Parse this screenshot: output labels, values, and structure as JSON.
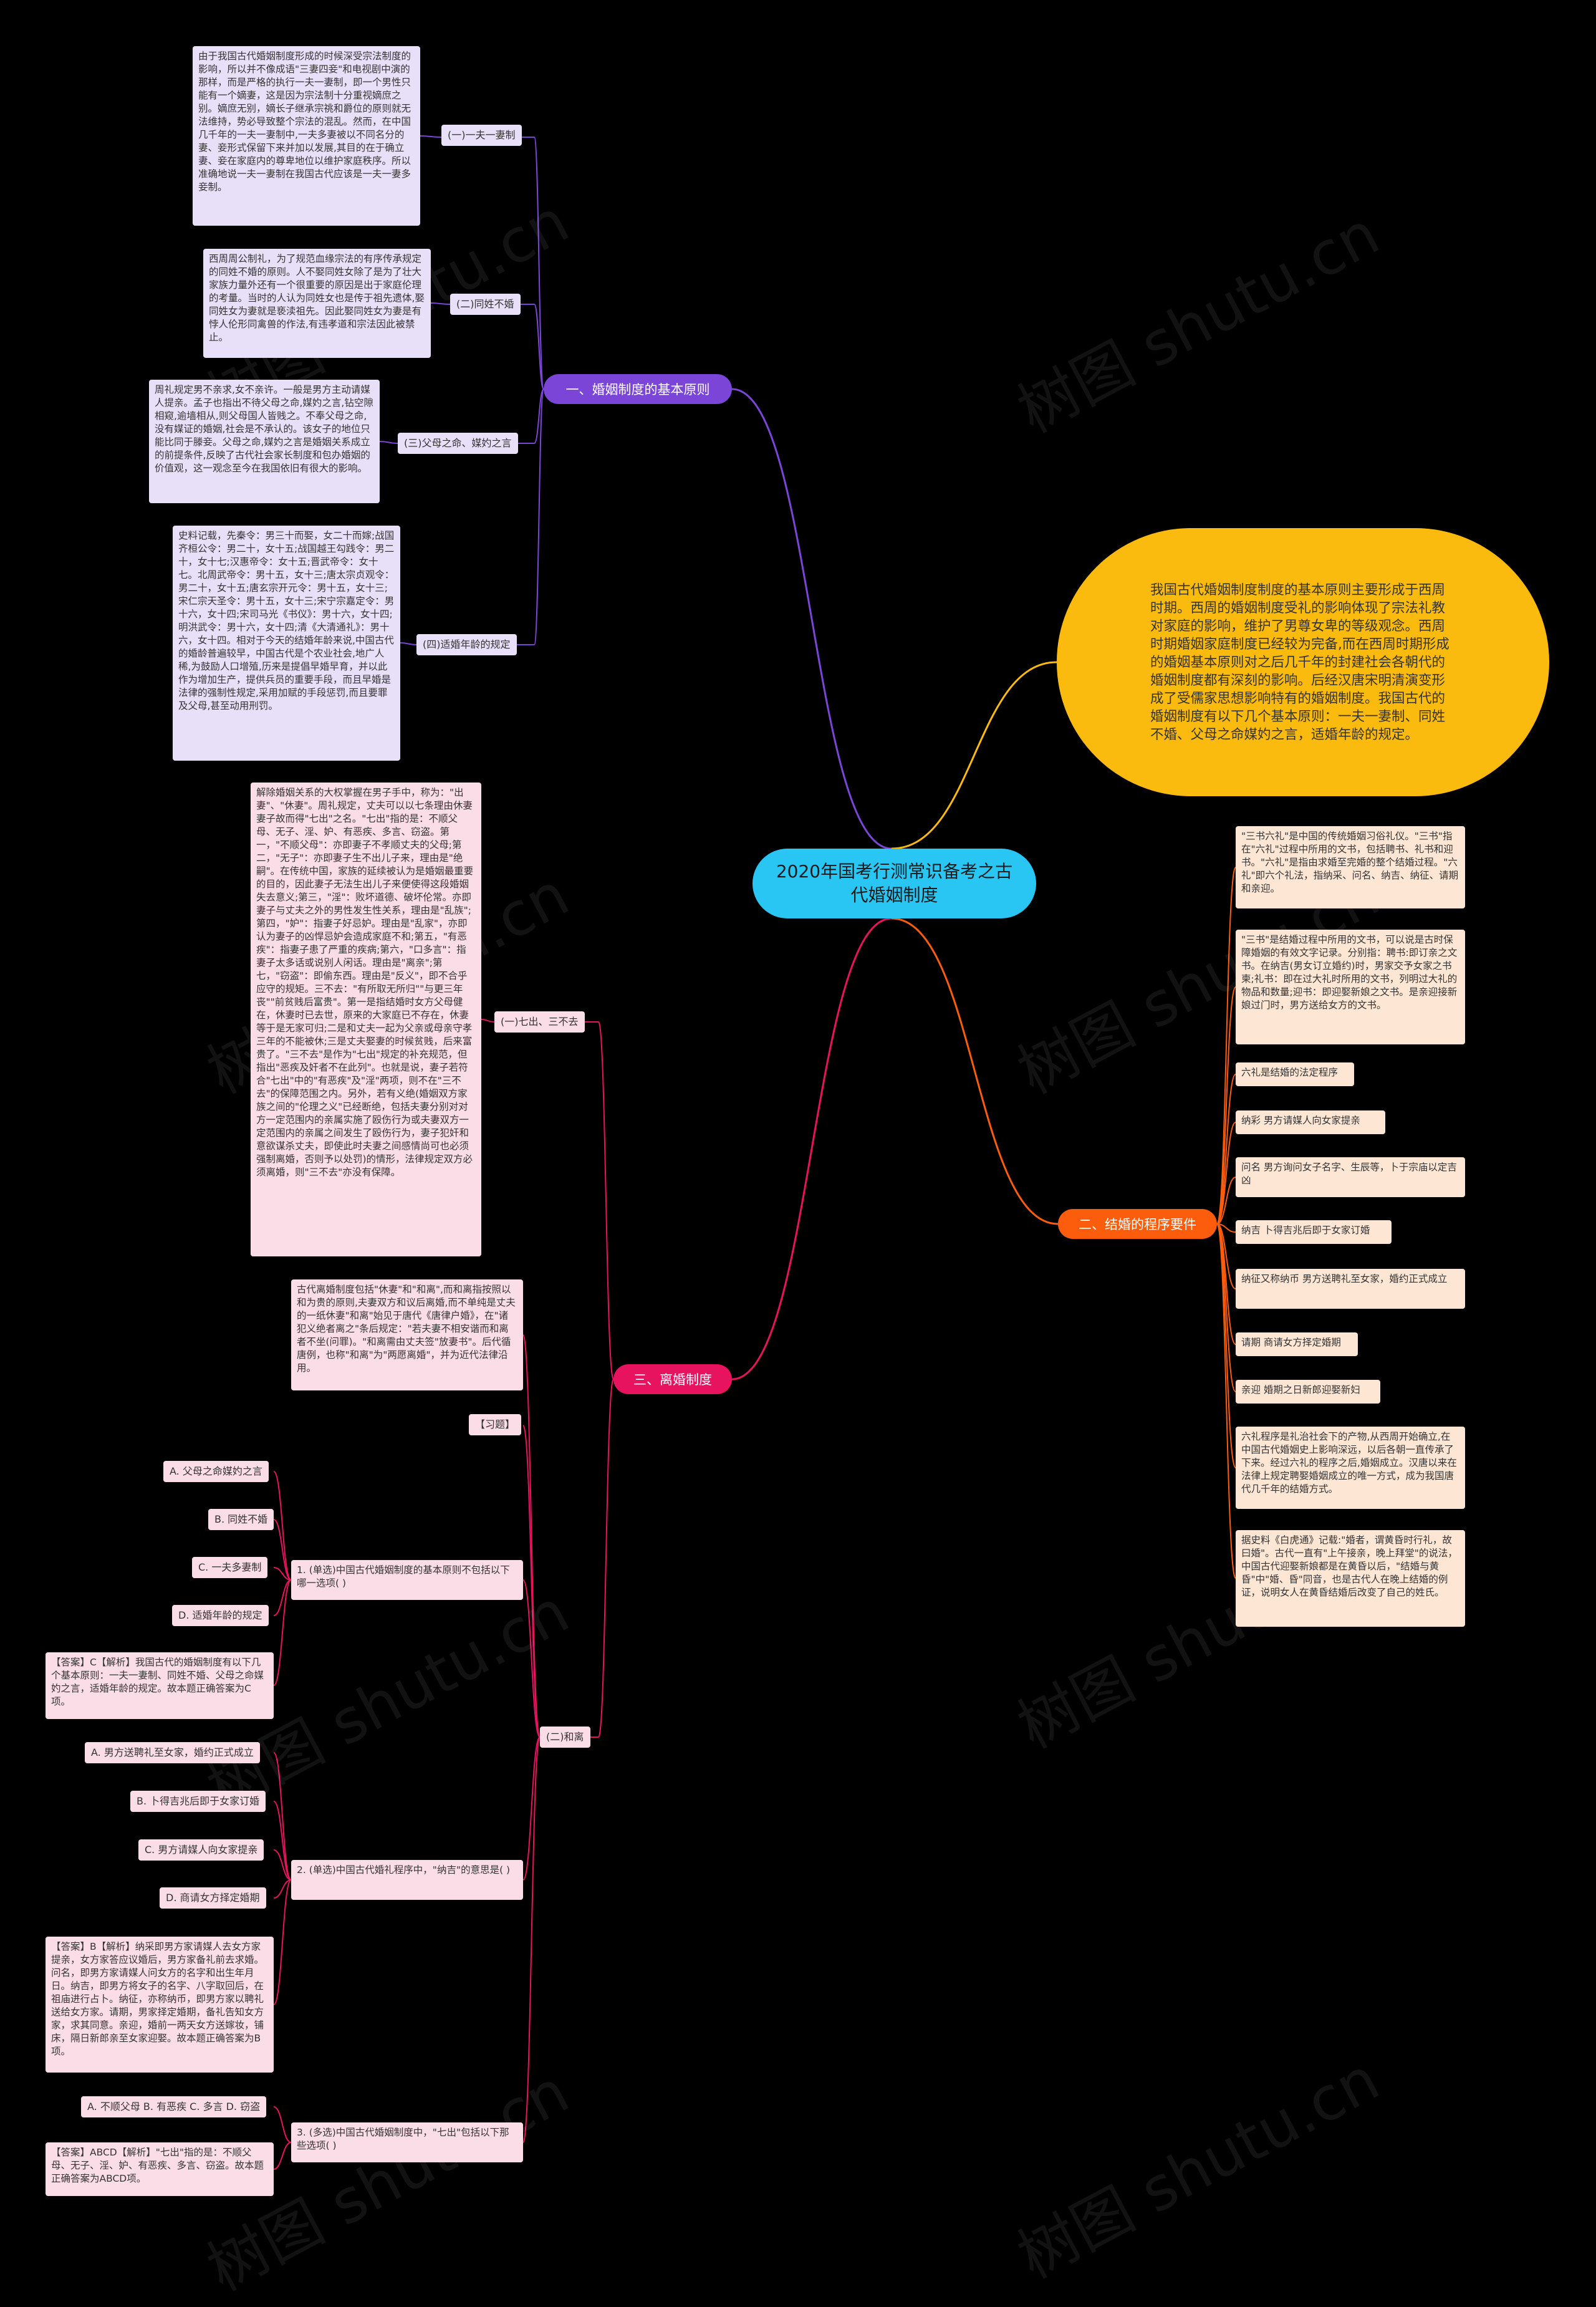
{
  "central": "2020年国考行测常识备考之古代婚姻制度",
  "summary": "我国古代婚姻制度制度的基本原则主要形成于西周时期。西周的婚姻制度受礼的影响体现了宗法礼教对家庭的影响，维护了男尊女卑的等级观念。西周时期婚姻家庭制度已经较为完备,而在西周时期形成的婚姻基本原则对之后几千年的封建社会各朝代的婚姻制度都有深刻的影响。后经汉唐宋明清演变形成了受儒家思想影响特有的婚姻制度。我国古代的婚姻制度有以下几个基本原则：一夫一妻制、同姓不婚、父母之命媒妁之言，适婚年龄的规定。",
  "branch1": {
    "label": "一、婚姻制度的基本原则",
    "items": [
      {
        "label": "(一)一夫一妻制",
        "text": "由于我国古代婚姻制度形成的时候深受宗法制度的影响，所以并不像成语\"三妻四妾\"和电视剧中演的那样，而是严格的执行一夫一妻制，即一个男性只能有一个嫡妻，这是因为宗法制十分重视嫡庶之别。嫡庶无别，嫡长子继承宗祧和爵位的原则就无法维持，势必导致整个宗法的混乱。然而，在中国几千年的一夫一妻制中,一夫多妻被以不同名分的妻、妾形式保留下来并加以发展,其目的在于确立妻、妾在家庭内的尊卑地位以维护家庭秩序。所以准确地说一夫一妻制在我国古代应该是一夫一妻多妾制。"
      },
      {
        "label": "(二)同姓不婚",
        "text": "西周周公制礼，为了规范血缘宗法的有序传承规定的同姓不婚的原则。人不娶同姓女除了是为了壮大家族力量外还有一个很重要的原因是出于家庭伦理的考量。当时的人认为同姓女也是传于祖先遗体,娶同姓女为妻就是亵渎祖先。因此娶同姓女为妻是有悖人伦形同禽兽的作法,有违孝道和宗法因此被禁止。"
      },
      {
        "label": "(三)父母之命、媒妁之言",
        "text": "周礼规定男不亲求,女不亲许。一般是男方主动请媒人提亲。孟子也指出不待父母之命,媒妁之言,钻空隙相窥,逾墙相从,则父母国人皆贱之。不奉父母之命,没有媒证的婚姻,社会是不承认的。该女子的地位只能比同于滕妾。父母之命,媒妁之言是婚姻关系成立的前提条件,反映了古代社会家长制度和包办婚姻的价值观，这一观念至今在我国依旧有很大的影响。"
      },
      {
        "label": "(四)适婚年龄的规定",
        "text": "史料记载，先秦令：男三十而娶，女二十而嫁;战国齐桓公令：男二十，女十五;战国越王勾践令：男二十，女十七;汉惠帝令：女十五;晋武帝令：女十七。北周武帝令：男十五，女十三;唐太宗贞观令：男二十，女十五;唐玄宗开元令：男十五，女十三;宋仁宗天圣令：男十五，女十三;宋宁宗嘉定令：男十六，女十四;宋司马光《书仪》：男十六，女十四;明洪武令：男十六，女十四;清《大清通礼》：男十六，女十四。相对于今天的结婚年龄来说,中国古代的婚龄普遍较早，中国古代是个农业社会,地广人稀,为鼓励人口增殖,历来是提倡早婚早育，并以此作为增加生产，提供兵员的重要手段，而且早婚是法律的强制性规定,采用加赋的手段惩罚,而且要罪及父母,甚至动用刑罚。"
      }
    ]
  },
  "branch2": {
    "label": "二、结婚的程序要件",
    "items": [
      "\"三书六礼\"是中国的传统婚姻习俗礼仪。\"三书\"指在\"六礼\"过程中所用的文书，包括聘书、礼书和迎书。\"六礼\"是指由求婚至完婚的整个结婚过程。\"六礼\"即六个礼法，指纳采、问名、纳吉、纳征、请期和亲迎。",
      "\"三书\"是结婚过程中所用的文书，可以说是古时保障婚姻的有效文字记录。分别指：聘书:即订亲之文书。在纳吉(男女订立婚约)时，男家交予女家之书柬;礼书：即在过大礼时所用的文书，列明过大礼的物品和数量;迎书：即迎娶新娘之文书。是亲迎接新娘过门时，男方送给女方的文书。",
      "六礼是结婚的法定程序",
      "纳彩 男方请媒人向女家提亲",
      "问名 男方询问女子名字、生辰等，卜于宗庙以定吉凶",
      "纳吉 卜得吉兆后即于女家订婚",
      "纳征又称纳币 男方送聘礼至女家，婚约正式成立",
      "请期 商请女方择定婚期",
      "亲迎 婚期之日新郎迎娶新妇",
      "六礼程序是礼治社会下的产物,从西周开始确立,在中国古代婚姻史上影响深远，以后各朝一直传承了下来。经过六礼的程序之后,婚姻成立。汉唐以来在法律上规定聘娶婚姻成立的唯一方式，成为我国唐代几千年的结婚方式。",
      "据史料《白虎通》记载:\"婚者，谓黄昏时行礼，故曰婚\"。古代一直有\"上午接亲，晚上拜堂\"的说法，中国古代迎娶新娘都是在黄昏以后，\"结婚与黄昏\"中\"婚、昏\"同音，也是古代人在晚上结婚的例证，说明女人在黄昏结婚后改变了自己的姓氏。"
    ]
  },
  "branch3": {
    "label": "三、离婚制度",
    "sub1": {
      "label": "(一)七出、三不去",
      "text": "解除婚姻关系的大权掌握在男子手中，称为：\"出妻\"、\"休妻\"。周礼规定，丈夫可以以七条理由休妻妻子故而得\"七出\"之名。\"七出\"指的是：不顺父母、无子、淫、妒、有恶疾、多言、窃盗。第一，\"不顺父母\"：亦即妻子不孝顺丈夫的父母;第二，\"无子\"：亦即妻子生不出儿子来，理由是\"绝嗣\"。在传统中国，家族的延续被认为是婚姻最重要的目的，因此妻子无法生出儿子来便使得这段婚姻失去意义;第三，\"淫\"：败坏道德、破坏伦常。亦即妻子与丈夫之外的男性发生性关系，理由是\"乱族\";第四，\"妒\"：指妻子好忌妒。理由是\"乱家\"，亦即认为妻子的凶悍忌妒会造成家庭不和;第五，\"有恶疾\"：指妻子患了严重的疾病;第六，\"口多言\"：指妻子太多话或说别人闲话。理由是\"离亲\";第七，\"窃盗\"：即偷东西。理由是\"反义\"，即不合乎应守的规矩。三不去：\"有所取无所归\"\"与更三年丧\"\"前贫贱后富贵\"。第一是指结婚时女方父母健在，休妻时已去世，原来的大家庭已不存在，休妻等于是无家可归;二是和丈夫一起为父亲或母亲守孝三年的不能被休;三是丈夫娶妻的时候贫贱，后来富贵了。\"三不去\"是作为\"七出\"规定的补充规范，但指出\"恶疾及奸者不在此列\"。也就是说，妻子若符合\"七出\"中的\"有恶疾\"及\"淫\"两项，则不在\"三不去\"的保障范围之内。另外，若有义绝(婚姻双方家族之间的\"伦理之义\"已经断绝，包括夫妻分别对对方一定范围内的亲属实施了殴伤行为或夫妻双方一定范围内的亲属之间发生了殴伤行为，妻子犯奸和意欲谋杀丈夫，即使此时夫妻之间感情尚可也必须强制离婚，否则予以处罚)的情形，法律规定双方必须离婚，则\"三不去\"亦没有保障。"
    },
    "sub2": {
      "label": "(二)和离",
      "text": "古代离婚制度包括\"休妻\"和\"和离\",而和离指按照以和为贵的原则,夫妻双方和议后离婚,而不单纯是丈夫的一纸休妻\"和离\"始见于唐代《唐律户婚》，在\"诸犯义绝者离之\"条后规定：\"若夫妻不相安谐而和离者不坐(问罪)。\"和离需由丈夫签\"放妻书\"。后代循唐例，也称\"和离\"为\"两愿离婚\"，并为近代法律沿用。",
      "exercise_label": "【习题】",
      "questions": [
        {
          "q": "1. (单选)中国古代婚姻制度的基本原则不包括以下哪一选项( )",
          "options": [
            "A. 父母之命媒妁之言",
            "B. 同姓不婚",
            "C. 一夫多妻制",
            "D. 适婚年龄的规定"
          ],
          "answer": "【答案】C【解析】我国古代的婚姻制度有以下几个基本原则：一夫一妻制、同姓不婚、父母之命媒妁之言，适婚年龄的规定。故本题正确答案为C项。"
        },
        {
          "q": "2. (单选)中国古代婚礼程序中，\"纳吉\"的意思是( )",
          "options": [
            "A. 男方送聘礼至女家，婚约正式成立",
            "B. 卜得吉兆后即于女家订婚",
            "C. 男方请媒人向女家提亲",
            "D. 商请女方择定婚期"
          ],
          "answer": "【答案】B【解析】纳采即男方家请媒人去女方家提亲，女方家答应议婚后，男方家备礼前去求婚。问名，即男方家请媒人问女方的名字和出生年月日。纳吉，即男方将女子的名字、八字取回后，在祖庙进行占卜。纳征，亦称纳币，即男方家以聘礼送给女方家。请期，男家择定婚期，备礼告知女方家，求其同意。亲迎，婚前一两天女方送嫁妆，铺床，隔日新郎亲至女家迎娶。故本题正确答案为B项。"
        },
        {
          "q": "3. (多选)中国古代婚姻制度中，\"七出\"包括以下那些选项( )",
          "options": [
            "A. 不顺父母 B. 有恶疾 C. 多言 D. 窃盗"
          ],
          "answer": "【答案】ABCD【解析】\"七出\"指的是：不顺父母、无子、淫、妒、有恶疾、多言、窃盗。故本题正确答案为ABCD项。"
        }
      ]
    }
  },
  "watermark": "树图 shutu.cn",
  "colors": {
    "central": "#29c6f3",
    "branch1": "#7b46d8",
    "branch2": "#fc5d0d",
    "branch3": "#e8135e",
    "summary": "#fbba0e",
    "lav": "#e8e0f8",
    "pink": "#fbdde8",
    "peach": "#fde6d4"
  }
}
